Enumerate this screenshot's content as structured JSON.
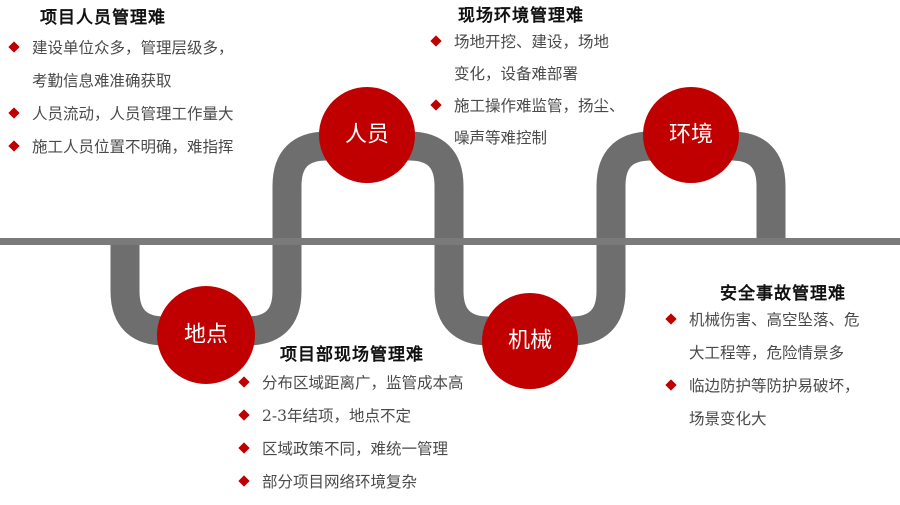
{
  "colors": {
    "accent": "#c00000",
    "pipe": "#6e6e6e",
    "baseline": "#7b7b7b",
    "title_text": "#111111",
    "body_text": "#4a4a4a"
  },
  "nodes": [
    {
      "label": "地点",
      "position": "below"
    },
    {
      "label": "人员",
      "position": "above"
    },
    {
      "label": "机械",
      "position": "below"
    },
    {
      "label": "环境",
      "position": "above"
    }
  ],
  "panels": {
    "personnel": {
      "title": "项目人员管理难",
      "items": [
        {
          "lines": [
            "建设单位众多，管理层级多，",
            "考勤信息难准确获取"
          ]
        },
        {
          "lines": [
            "人员流动，人员管理工作量大"
          ]
        },
        {
          "lines": [
            "施工人员位置不明确，难指挥"
          ]
        }
      ]
    },
    "environment": {
      "title": "现场环境管理难",
      "items": [
        {
          "lines": [
            "场地开挖、建设，场地",
            "变化，设备难部署"
          ]
        },
        {
          "lines": [
            "施工操作难监管，扬尘、",
            "噪声等难控制"
          ]
        }
      ]
    },
    "site": {
      "title": "项目部现场管理难",
      "items": [
        {
          "lines": [
            "分布区域距离广，监管成本高"
          ]
        },
        {
          "lines": [
            "2-3年结项，地点不定"
          ]
        },
        {
          "lines": [
            "区域政策不同，难统一管理"
          ]
        },
        {
          "lines": [
            "部分项目网络环境复杂"
          ]
        }
      ]
    },
    "safety": {
      "title": "安全事故管理难",
      "items": [
        {
          "lines": [
            "机械伤害、高空坠落、危",
            "大工程等，危险情景多"
          ]
        },
        {
          "lines": [
            "临边防护等防护易破坏，",
            "场景变化大"
          ]
        }
      ]
    }
  }
}
